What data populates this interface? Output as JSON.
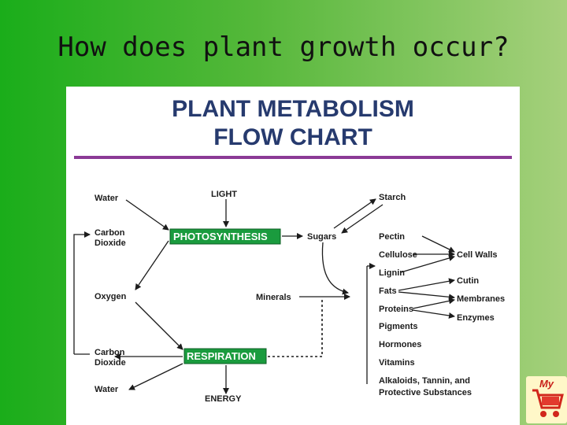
{
  "slide": {
    "title": "How does plant growth occur?"
  },
  "chart": {
    "title_line1": "PLANT METABOLISM",
    "title_line2": "FLOW CHART",
    "nodes": {
      "water": "Water",
      "light": "LIGHT",
      "starch": "Starch",
      "carbon_dioxide": [
        "Carbon",
        "Dioxide"
      ],
      "photosynthesis": "PHOTOSYNTHESIS",
      "sugars": "Sugars",
      "pectin": "Pectin",
      "cellulose": "Cellulose",
      "cell_walls": "Cell Walls",
      "lignin": "Lignin",
      "cutin": "Cutin",
      "oxygen": "Oxygen",
      "minerals": "Minerals",
      "fats": "Fats",
      "membranes": "Membranes",
      "proteins": "Proteins",
      "enzymes": "Enzymes",
      "pigments": "Pigments",
      "hormones": "Hormones",
      "carbon_dioxide_2": [
        "Carbon",
        "Dioxide"
      ],
      "respiration": "RESPIRATION",
      "vitamins": "Vitamins",
      "water_2": "Water",
      "energy": "ENERGY",
      "alkaloids": [
        "Alkaloids, Tannin, and",
        "Protective Substances"
      ]
    },
    "colors": {
      "title": "#263a6e",
      "divider": "#8b3a96",
      "process_box": "#1a9b3e",
      "arrow": "#1c1c1c"
    }
  },
  "logo": {
    "text": "My"
  }
}
